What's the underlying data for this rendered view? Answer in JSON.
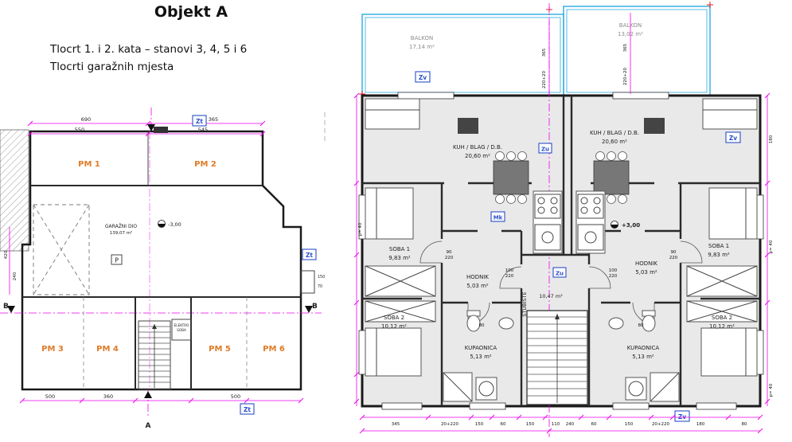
{
  "header": {
    "title": "Objekt A",
    "subtitle1": "Tlocrt 1. i 2. kata – stanovi 3, 4, 5 i 6",
    "subtitle2": "Tlocrti garažnih mjesta"
  },
  "garage": {
    "pm": [
      "PM 1",
      "PM 2",
      "PM 3",
      "PM 4",
      "PM 5",
      "PM 6"
    ],
    "area_label": "GARAŽNI DIO",
    "area_value": "139,07 m²",
    "elevation": "-3,00",
    "parking_symbol": "P",
    "elektro_line1": "ELEKTRO",
    "elektro_line2": "SOBA",
    "dims": {
      "top_690": "690",
      "top_365": "365",
      "mid_550": "550",
      "mid_545": "545",
      "bot_500a": "500",
      "bot_360": "360",
      "bot_500b": "500",
      "left_420": "420",
      "left_240": "240",
      "step_150": "150",
      "step_70": "70"
    },
    "markers": {
      "zt": "Zt",
      "a": "A",
      "b": "B"
    }
  },
  "apartment": {
    "balkon_left": {
      "name": "BALKON",
      "area": "17,14 m²"
    },
    "balkon_right": {
      "name": "BALKON",
      "area": "13,02 m²"
    },
    "kuh": {
      "name": "KUH / BLAG / D.B.",
      "area": "20,60 m²"
    },
    "soba1": {
      "name": "SOBA 1",
      "area": "9,83 m²"
    },
    "soba2": {
      "name": "SOBA 2",
      "area": "10,12 m²"
    },
    "hodnik": {
      "name": "HODNIK",
      "area": "5,03 m²"
    },
    "kupaonica": {
      "name": "KUPAONICA",
      "area": "5,13 m²"
    },
    "stubiste": {
      "name": "STUBIŠTE",
      "area": "10,47 m²"
    },
    "elevation": "+3,00",
    "markers": {
      "zv": "Zv",
      "zu": "Zu",
      "mk": "Mk"
    },
    "door_dims": {
      "w90": "90",
      "h220": "220",
      "w100": "100",
      "w80": "80"
    },
    "dims": {
      "v365": "365",
      "v220p20": "220+20",
      "p40": "p= 40",
      "b345": "345",
      "b20p220": "20+220",
      "b150": "150",
      "b60": "60",
      "b110": "110",
      "b240": "240",
      "b180": "180",
      "b80": "80",
      "r180": "180"
    }
  },
  "colors": {
    "dimension": "#ee00ee",
    "balcony": "#2aabe2",
    "marker_blue": "#2b50c8",
    "parking_orange": "#e07b28",
    "room_fill": "#e9e9e9"
  }
}
